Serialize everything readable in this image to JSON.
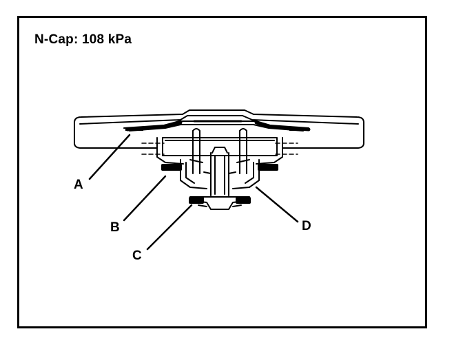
{
  "title": "N-Cap: 108 kPa",
  "callouts": {
    "a": "A",
    "b": "B",
    "c": "C",
    "d": "D"
  },
  "colors": {
    "ink": "#000000",
    "paper": "#ffffff"
  }
}
